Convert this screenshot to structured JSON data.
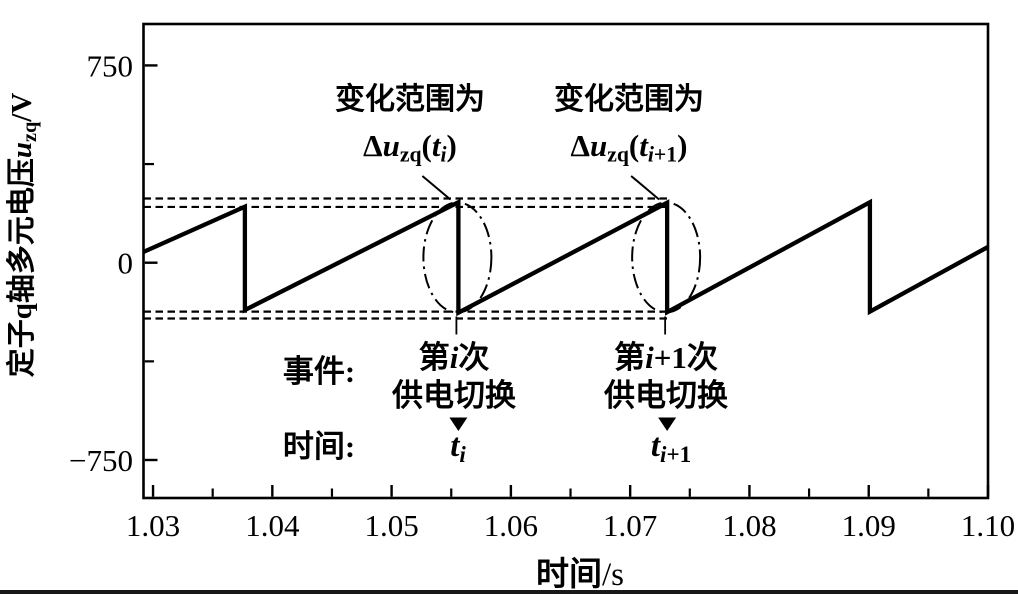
{
  "figure": {
    "background": "#ffffff",
    "ink": "#000000"
  },
  "chart_data": {
    "type": "line",
    "title": "",
    "xlabel": "时间/s",
    "ylabel": "定子q轴多元电压u_zq/V",
    "xlim": [
      1.0292,
      1.1
    ],
    "ylim": [
      -894.5,
      907.5
    ],
    "xticks": [
      1.03,
      1.04,
      1.05,
      1.06,
      1.07,
      1.08,
      1.09,
      1.1
    ],
    "xtick_labels": [
      "1.03",
      "1.04",
      "1.05",
      "1.06",
      "1.07",
      "1.08",
      "1.09",
      "1.10"
    ],
    "xticks_minor": [
      1.035,
      1.045,
      1.055,
      1.065,
      1.075,
      1.085,
      1.095
    ],
    "yticks": [
      750,
      0,
      -750
    ],
    "ytick_labels": [
      "750",
      "0",
      "−750"
    ],
    "yticks_minor": [
      375,
      -375
    ],
    "grid": false,
    "legend": null,
    "series": [
      {
        "name": "u_zq",
        "points": [
          [
            1.0292,
            41
          ],
          [
            1.0377,
            213
          ],
          [
            1.0377,
            -180
          ],
          [
            1.0556,
            230
          ],
          [
            1.0556,
            -190
          ],
          [
            1.0731,
            228
          ],
          [
            1.0731,
            -188
          ],
          [
            1.0901,
            230
          ],
          [
            1.0901,
            -186
          ],
          [
            1.1,
            60
          ]
        ]
      }
    ],
    "range_band": {
      "x_start": 1.0292,
      "x_end": 1.0731,
      "upper_values": [
        244,
        212
      ],
      "lower_values": [
        -186,
        -212
      ]
    },
    "switch_times": [
      1.0556,
      1.0731
    ],
    "switch_ellipse": {
      "center_value": 20,
      "rx_seconds": 0.00285,
      "ry_volts": 209
    }
  },
  "labels": {
    "ylabel_cn": "定子q轴多元电压",
    "ylabel_var": "u",
    "ylabel_sub": "zq",
    "ylabel_unit": "/V",
    "xlabel_cn": "时间",
    "xlabel_unit": "/s",
    "range_caption": "变化范围为",
    "formula": {
      "delta": "Δ",
      "var_u": "u",
      "u_sub": "zq",
      "open": "(",
      "var_t": "t",
      "close": ")",
      "idx_i": "i",
      "idx_plus": "+1"
    },
    "event_row": "事件:",
    "time_row": "时间:",
    "event1": {
      "pre": "第",
      "idx": "i",
      "post": "次",
      "line2": "供电切换"
    },
    "event2": {
      "pre": "第",
      "idx": "i",
      "plus": "+1",
      "post": "次",
      "line2": "供电切换"
    }
  }
}
